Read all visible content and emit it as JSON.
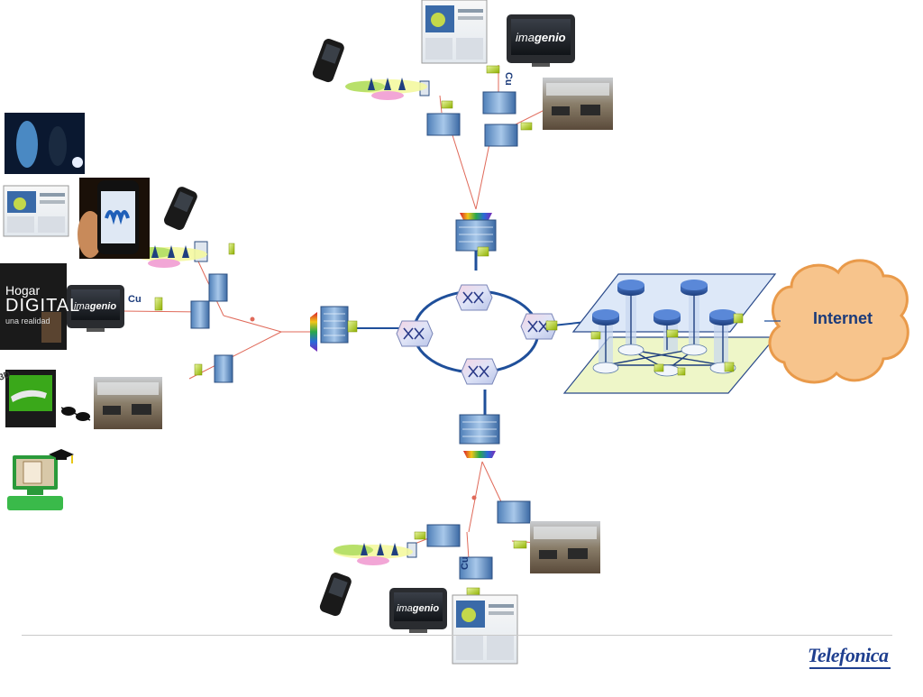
{
  "cloud_label": "Internet",
  "copper_label": "Cu",
  "imagenio": {
    "prefix": "ima",
    "suffix": "genio"
  },
  "hogar_digital": {
    "line1": "Hogar",
    "line2": "DIGITAL",
    "line3": "una realidad"
  },
  "brand": "Telefonica",
  "colors": {
    "link_red": "#e06a5a",
    "ring_blue": "#1f4f9a",
    "plane_blue": "#dde8f8",
    "plane_green": "#eef6c8",
    "cloud": "#f7c48c",
    "marker": "#b6d40a",
    "logo": "#1f3f8f"
  }
}
